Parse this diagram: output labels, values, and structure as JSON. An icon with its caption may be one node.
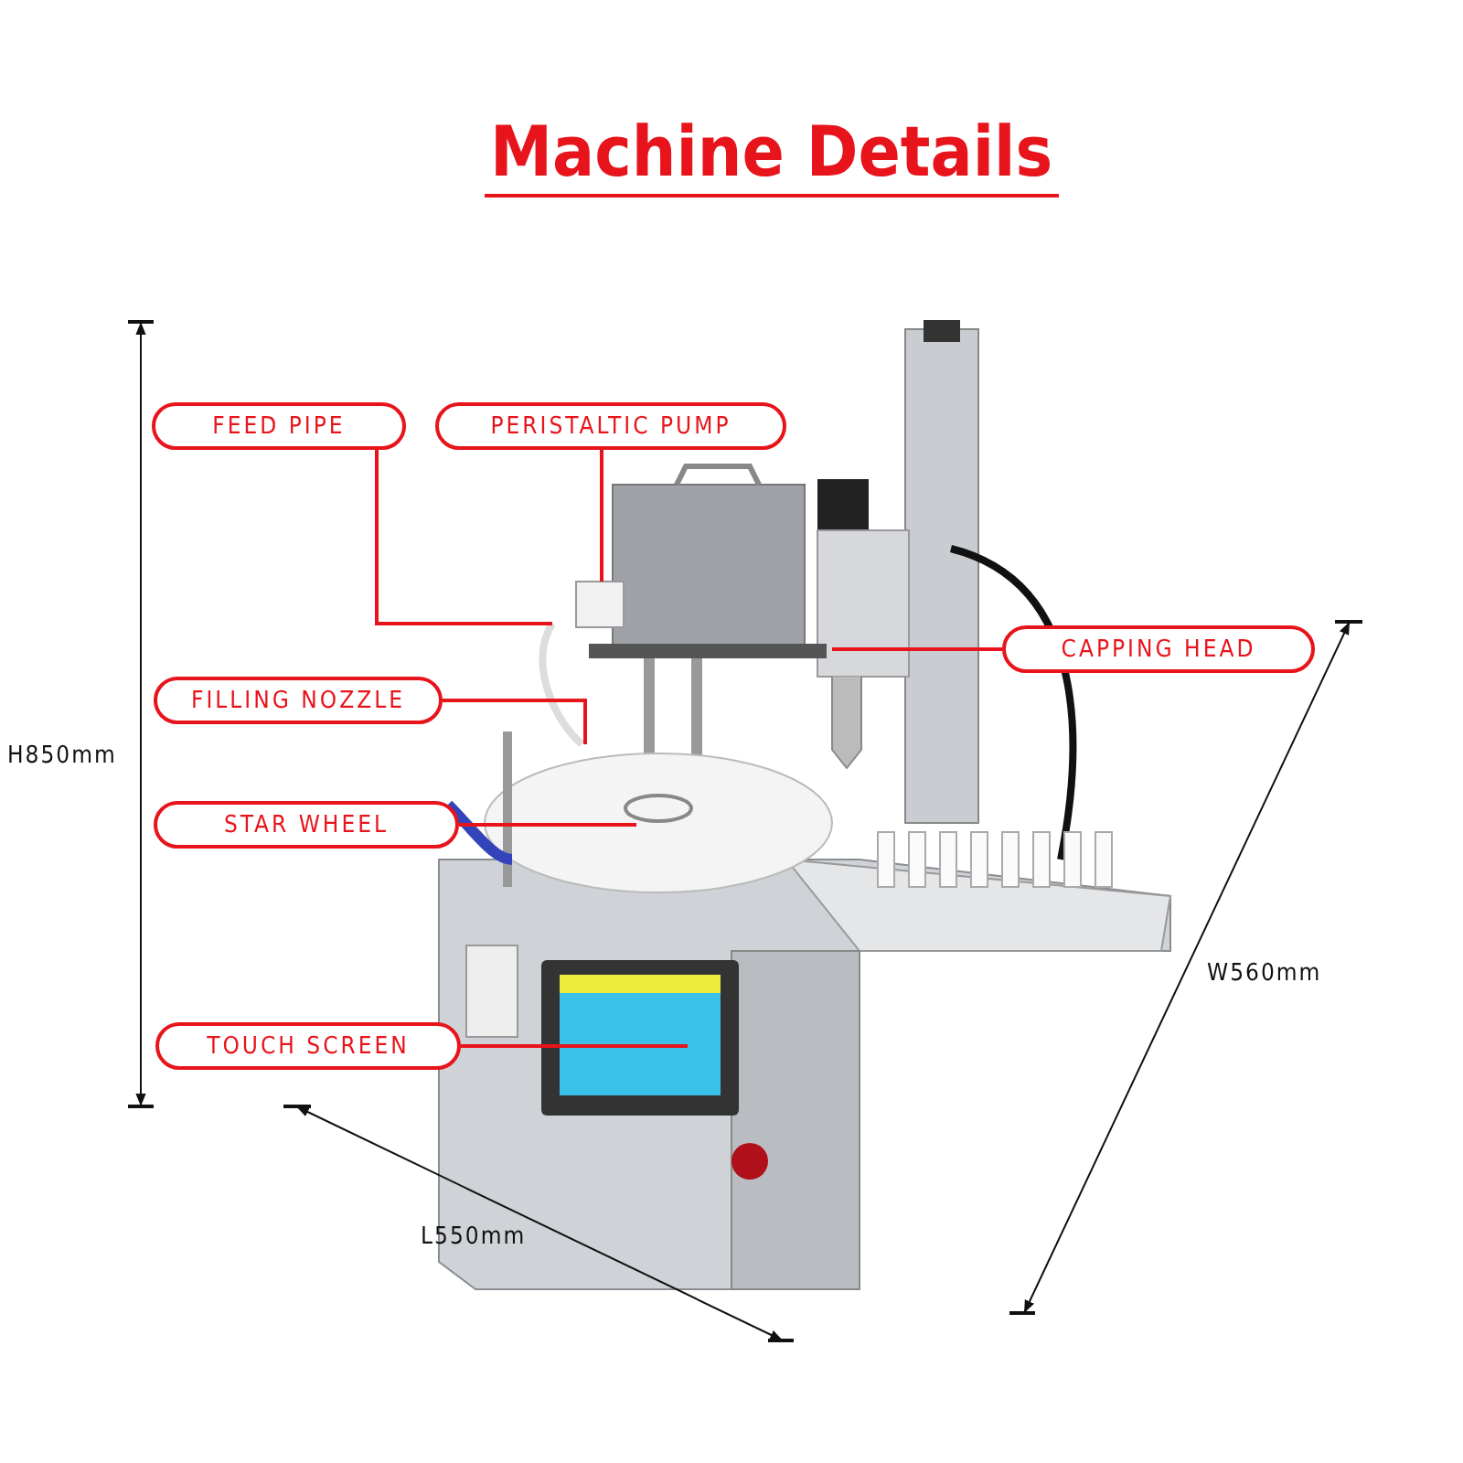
{
  "diagram": {
    "title": "Machine Details",
    "nodes": [
      {
        "text": [
          "FEED PIPE"
        ]
      },
      {
        "text": [
          "PERISTALTIC PUMP"
        ]
      },
      {
        "text": [
          "FILLING NOZZLE"
        ]
      },
      {
        "text": [
          "STAR WHEEL"
        ]
      },
      {
        "text": [
          "CAPPING HEAD"
        ]
      },
      {
        "text": [
          "TOUCH SCREEN"
        ]
      }
    ],
    "edges": [
      {
        "from": 0,
        "to": null,
        "arrow": "none"
      },
      {
        "from": 1,
        "to": null,
        "arrow": "none"
      },
      {
        "from": 2,
        "to": null,
        "arrow": "none"
      },
      {
        "from": 3,
        "to": null,
        "arrow": "none"
      },
      {
        "from": 4,
        "to": null,
        "arrow": "none"
      },
      {
        "from": 5,
        "to": null,
        "arrow": "none"
      }
    ],
    "labels": [
      "H850mm",
      "L550mm",
      "W560mm"
    ]
  }
}
